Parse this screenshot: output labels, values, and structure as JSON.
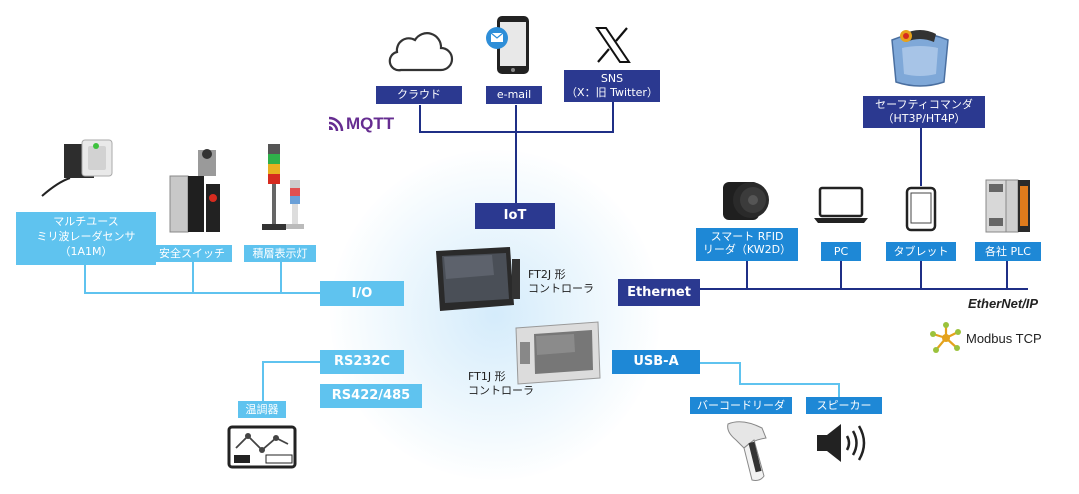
{
  "hubs": {
    "iot": "IoT",
    "io": "I/O",
    "ethernet": "Ethernet",
    "rs232c": "RS232C",
    "rs422": "RS422/485",
    "usba": "USB-A"
  },
  "cloud_services": [
    {
      "label": "クラウド",
      "icon": "cloud-icon"
    },
    {
      "label": "e-mail",
      "icon": "smartphone-mail-icon"
    },
    {
      "label": "SNS\n（X：旧 Twitter）",
      "icon": "x-logo-icon"
    }
  ],
  "mqtt_logo": "MQTT",
  "safety_commander": "セーフティコマンダ\n（HT3P/HT4P）",
  "ethernet_devices": [
    {
      "label": "スマート RFID\nリーダ（KW2D）",
      "icon": "rfid-reader-icon"
    },
    {
      "label": "PC",
      "icon": "laptop-icon"
    },
    {
      "label": "タブレット",
      "icon": "tablet-icon"
    },
    {
      "label": "各社 PLC",
      "icon": "plc-icon"
    }
  ],
  "io_devices": [
    {
      "label": "マルチユース\nミリ波レーダセンサ\n（1A1M）",
      "icon": "radar-sensor-icon"
    },
    {
      "label": "安全スイッチ",
      "icon": "safety-switch-icon"
    },
    {
      "label": "積層表示灯",
      "icon": "signal-tower-icon"
    }
  ],
  "serial_devices": [
    {
      "label": "温調器",
      "icon": "temperature-controller-icon"
    }
  ],
  "usb_devices": [
    {
      "label": "バーコードリーダ",
      "icon": "barcode-scanner-icon"
    },
    {
      "label": "スピーカー",
      "icon": "speaker-icon"
    }
  ],
  "controllers": {
    "ft2j": "FT2J 形\nコントローラ",
    "ft1j": "FT1J 形\nコントローラ"
  },
  "protocols": {
    "ethernetip": "EtherNet/IP",
    "modbus": "Modbus TCP"
  },
  "colors": {
    "navy": "#2b3990",
    "blue": "#1e88d6",
    "light_blue": "#5fc3ef"
  }
}
